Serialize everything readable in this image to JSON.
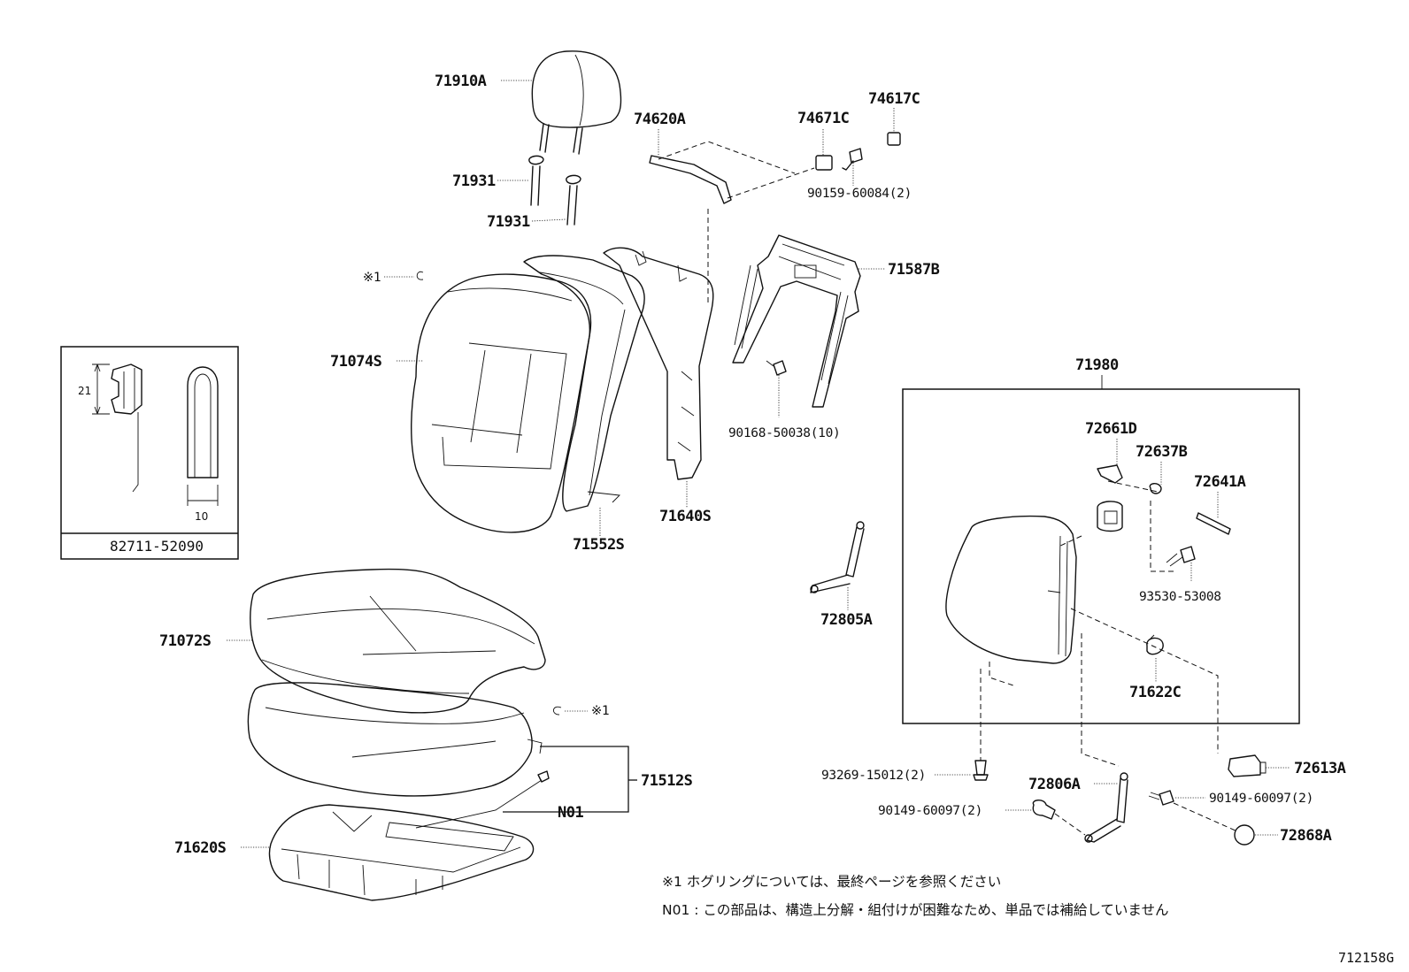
{
  "labels": {
    "p71910A": "71910A",
    "p71931_top": "71931",
    "p71931_bottom": "71931",
    "p74620A": "74620A",
    "p74671C": "74671C",
    "p74617C": "74617C",
    "p90159": "90159-60084(2)",
    "p71587B": "71587B",
    "ref1_top": "※1",
    "p71074S": "71074S",
    "p90168": "90168-50038(10)",
    "p71640S": "71640S",
    "p71552S": "71552S",
    "p71980": "71980",
    "p72661D": "72661D",
    "p72637B": "72637B",
    "p72641A": "72641A",
    "p93530": "93530-53008",
    "p72805A": "72805A",
    "p71622C": "71622C",
    "p71072S": "71072S",
    "ref1_mid": "※1",
    "p71512S": "71512S",
    "pN01": "N01",
    "p71620S": "71620S",
    "p93269": "93269-15012(2)",
    "p72806A": "72806A",
    "p90149_left": "90149-60097(2)",
    "p90149_right": "90149-60097(2)",
    "p72613A": "72613A",
    "p72868A": "72868A"
  },
  "inset": {
    "part_number": "82711-52090",
    "dim_height": "21",
    "dim_width": "10"
  },
  "notes": {
    "note1": "※1  ホグリングについては、最終ページを参照ください",
    "note2": "N01 :  この部品は、構造上分解・組付けが困難なため、単品では補給していません"
  },
  "figure_code": "712158G"
}
